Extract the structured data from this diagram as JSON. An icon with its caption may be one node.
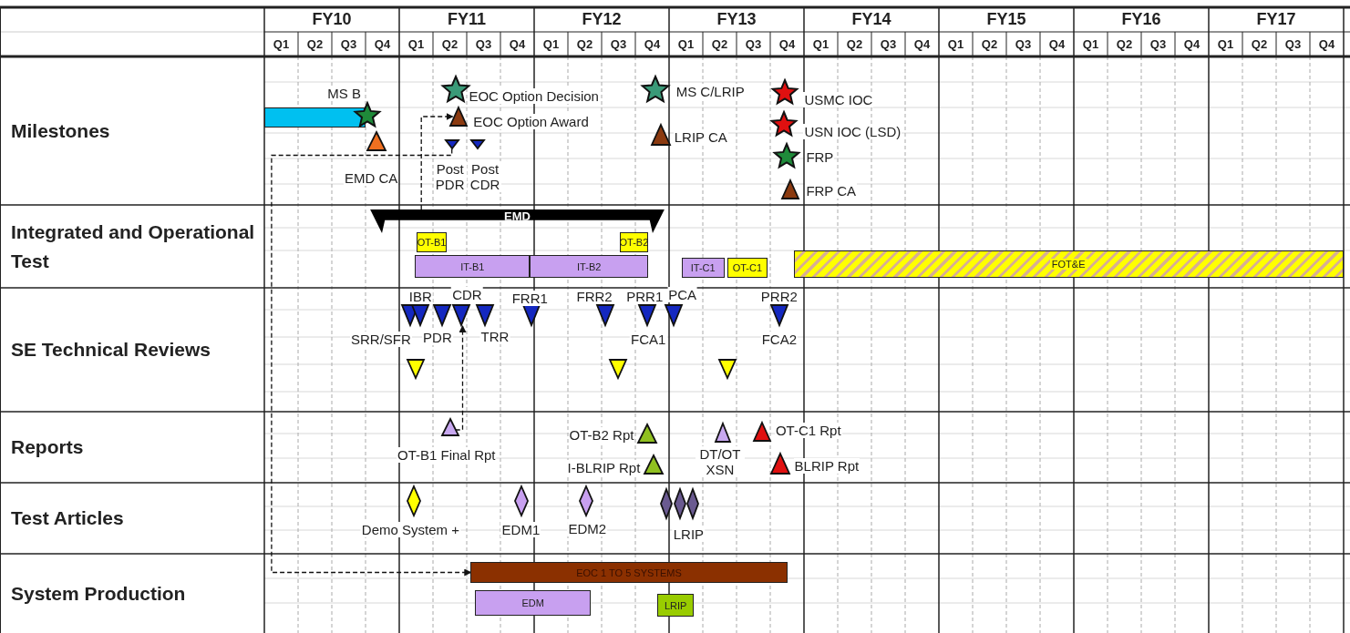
{
  "diagram": {
    "nodes": [
      {
        "text": [],
        "shape": "bar"
      },
      {
        "text": [],
        "shape": "star",
        "beside": [
          "MS B"
        ]
      },
      {
        "text": [],
        "shape": "triangle",
        "beside": [
          "EMD CA"
        ]
      },
      {
        "text": [],
        "shape": "star",
        "beside": [
          "EOC Option Decision"
        ]
      },
      {
        "text": [],
        "shape": "triangle",
        "beside": [
          "EOC Option Award"
        ]
      },
      {
        "text": [],
        "shape": "triangle",
        "beside": [
          "Post PDR"
        ]
      },
      {
        "text": [],
        "shape": "triangle",
        "beside": [
          "Post CDR"
        ]
      },
      {
        "text": [],
        "shape": "star",
        "beside": [
          "MS C/LRIP"
        ]
      },
      {
        "text": [],
        "shape": "triangle",
        "beside": [
          "LRIP CA"
        ]
      },
      {
        "text": [],
        "shape": "star",
        "beside": [
          "USMC IOC"
        ]
      },
      {
        "text": [],
        "shape": "star",
        "beside": [
          "USN IOC (LSD)"
        ]
      },
      {
        "text": [],
        "shape": "star",
        "beside": [
          "FRP"
        ]
      },
      {
        "text": [],
        "shape": "triangle",
        "beside": [
          "FRP CA"
        ]
      },
      {
        "text": [
          "EMD"
        ]
      },
      {
        "text": [
          "OT-B1"
        ]
      },
      {
        "text": [
          "OT-B2"
        ]
      },
      {
        "text": [
          "IT-B1"
        ]
      },
      {
        "text": [
          "IT-B2"
        ]
      },
      {
        "text": [
          "IT-C1"
        ]
      },
      {
        "text": [
          "OT-C1"
        ]
      },
      {
        "text": [
          "FOT&E"
        ]
      },
      {
        "text": [],
        "shape": "triangle",
        "beside": [
          "SRR/SFR"
        ]
      },
      {
        "text": [],
        "shape": "triangle",
        "beside": [
          "IBR"
        ]
      },
      {
        "text": [],
        "shape": "triangle",
        "beside": [
          "PDR"
        ]
      },
      {
        "text": [],
        "shape": "triangle",
        "beside": [
          "CDR"
        ]
      },
      {
        "text": [],
        "shape": "triangle",
        "beside": [
          "TRR"
        ]
      },
      {
        "text": [],
        "shape": "triangle",
        "beside": [
          "FRR1"
        ]
      },
      {
        "text": [],
        "shape": "triangle",
        "beside": [
          "FRR2"
        ]
      },
      {
        "text": [],
        "shape": "triangle",
        "beside": [
          "PRR1",
          "FCA1"
        ]
      },
      {
        "text": [],
        "shape": "triangle",
        "beside": [
          "PCA"
        ]
      },
      {
        "text": [],
        "shape": "triangle",
        "beside": [
          "PRR2",
          "FCA2"
        ]
      },
      {
        "text": [],
        "shape": "triangle"
      },
      {
        "text": [],
        "shape": "triangle"
      },
      {
        "text": [],
        "shape": "triangle"
      },
      {
        "text": [],
        "shape": "triangle",
        "beside": [
          "OT-B1 Final Rpt"
        ]
      },
      {
        "text": [],
        "shape": "triangle",
        "beside": [
          "OT-B2 Rpt"
        ]
      },
      {
        "text": [],
        "shape": "triangle",
        "beside": [
          "I-BLRIP Rpt"
        ]
      },
      {
        "text": [],
        "shape": "triangle",
        "beside": [
          "DT/OT XSN"
        ]
      },
      {
        "text": [],
        "shape": "triangle",
        "beside": [
          "OT-C1 Rpt"
        ]
      },
      {
        "text": [],
        "shape": "triangle",
        "beside": [
          "BLRIP Rpt"
        ]
      },
      {
        "text": [],
        "shape": "diamond",
        "beside": [
          "Demo System +"
        ]
      },
      {
        "text": [],
        "shape": "diamond",
        "beside": [
          "EDM1"
        ]
      },
      {
        "text": [],
        "shape": "diamond",
        "beside": [
          "EDM2"
        ]
      },
      {
        "text": [],
        "shape": "diamond"
      },
      {
        "text": [],
        "shape": "diamond",
        "beside": [
          "LRIP"
        ]
      },
      {
        "text": [],
        "shape": "diamond"
      },
      {
        "text": [
          "EOC 1 TO 5 SYSTEMS"
        ]
      },
      {
        "text": [
          "EDM"
        ]
      },
      {
        "text": [
          "LRIP"
        ]
      }
    ],
    "edges": [
      {
        "from": 13,
        "to": 4,
        "arrow": "to",
        "style": "dashed"
      },
      {
        "from": 5,
        "to": 46,
        "arrow": "to",
        "style": "dashed"
      },
      {
        "from": 34,
        "to": 24,
        "arrow": "to",
        "style": "dashed"
      }
    ],
    "labels": [
      "FY10",
      "FY11",
      "FY12",
      "FY13",
      "FY14",
      "FY15",
      "FY16",
      "FY17",
      "Q1",
      "Q2",
      "Q3",
      "Q4",
      "Q1",
      "Q2",
      "Q3",
      "Q4",
      "Q1",
      "Q2",
      "Q3",
      "Q4",
      "Q1",
      "Q2",
      "Q3",
      "Q4",
      "Q1",
      "Q2",
      "Q3",
      "Q4",
      "Q1",
      "Q2",
      "Q3",
      "Q4",
      "Q1",
      "Q2",
      "Q3",
      "Q4",
      "Q1",
      "Q2",
      "Q3",
      "Q4",
      "Milestones",
      "Integrated and Operational Test",
      "SE Technical Reviews",
      "Reports",
      "Test Articles",
      "System Production"
    ]
  }
}
